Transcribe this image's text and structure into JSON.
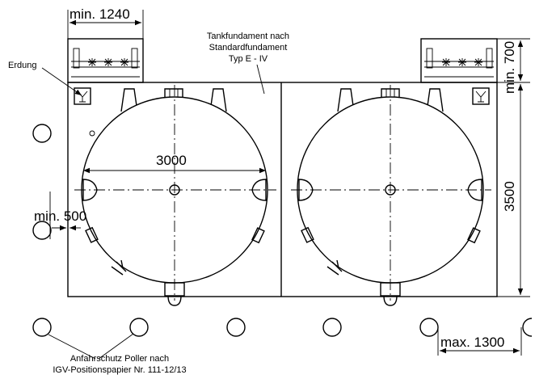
{
  "labels": {
    "foundation_l1": "Tankfundament nach",
    "foundation_l2": "Standardfundament",
    "foundation_l3": "Typ E - IV",
    "erdung": "Erdung",
    "poller_l1": "Anfahrschutz Poller nach",
    "poller_l2": "IGV-Positionspapier Nr. 111-12/13"
  },
  "dimensions": {
    "top_width": "min. 1240",
    "diameter": "3000",
    "side_gap": "min. 500",
    "height": "3500",
    "top_right": "min. 700",
    "bollard_spacing": "max. 1300"
  }
}
